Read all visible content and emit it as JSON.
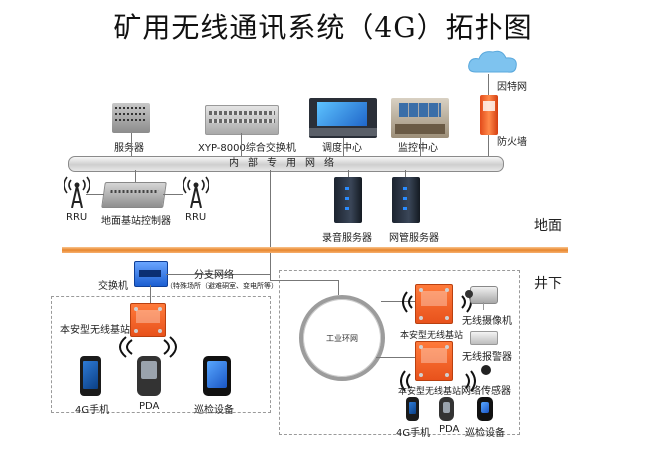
{
  "title": "矿用无线通讯系统（4G）拓扑图",
  "surface": {
    "internet": "因特网",
    "firewall": "防火墙",
    "server": "服务器",
    "switch": "XYP-8000综合交换机",
    "dispatch": "调度中心",
    "monitor": "监控中心",
    "bus": "内部专用网络",
    "rru_left": "RRU",
    "rru_right": "RRU",
    "bbu": "地面基站控制器",
    "record_server": "录音服务器",
    "nms_server": "网管服务器",
    "zone_label": "地面"
  },
  "underground": {
    "zone_label": "井下",
    "switch": "交换机",
    "branch_title": "分支网络",
    "branch_note": "（特殊场所（避难硐室、变电所等）",
    "left_station": "本安型无线基站",
    "left_phone": "4G手机",
    "left_pda": "PDA",
    "left_inspect": "巡检设备",
    "ring": "工业环网",
    "station_a": "本安型无线基站",
    "station_b": "本安型无线基站",
    "camera": "无线摄像机",
    "alarm": "无线报警器",
    "sensor": "网络传感器",
    "right_phone": "4G手机",
    "right_pda": "PDA",
    "right_inspect": "巡检设备"
  },
  "colors": {
    "band": "#e8862c",
    "device_orange": "#f05a22",
    "accent_blue": "#2a8cff",
    "cloud": "#7ec3ef"
  }
}
